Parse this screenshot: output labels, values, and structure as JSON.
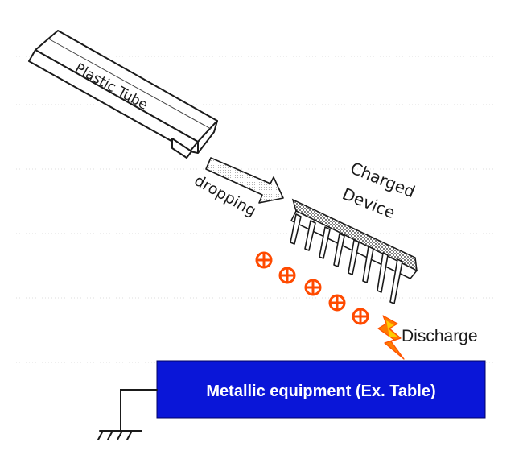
{
  "labels": {
    "tube": "Plastic Tube",
    "dropping": "dropping",
    "charged_line1": "Charged",
    "charged_line2": "Device",
    "discharge": "Discharge",
    "table": "Metallic equipment (Ex. Table)"
  },
  "charge_marks": {
    "count": 5,
    "symbol": "circled-plus",
    "color": "#ff4a00"
  },
  "colors": {
    "table_fill": "#0a16d8",
    "table_text": "#ffffff",
    "spark": "#ff6a00",
    "charge": "#ff4a00",
    "ink": "#1a1a1a"
  }
}
